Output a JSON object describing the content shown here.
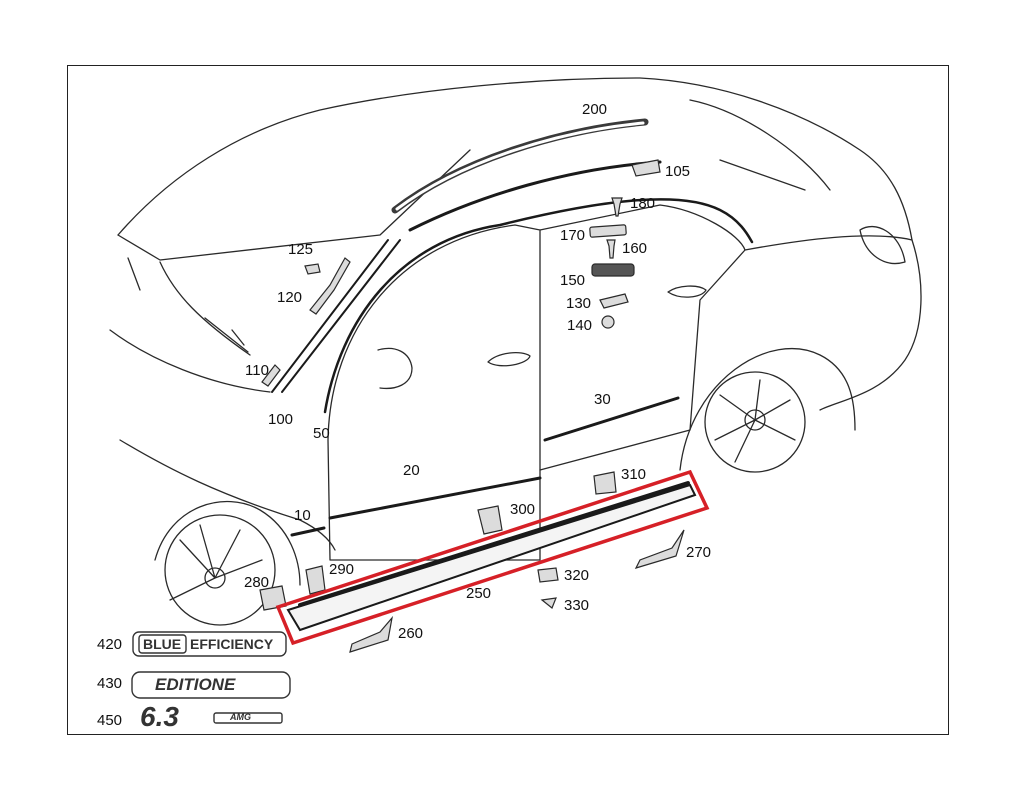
{
  "colors": {
    "highlight": "#d62027",
    "line": "#2a2a2a",
    "light_line": "#6a6a6a"
  },
  "callouts": {
    "c10": "10",
    "c20": "20",
    "c30": "30",
    "c50": "50",
    "c100": "100",
    "c105": "105",
    "c110": "110",
    "c120": "120",
    "c125": "125",
    "c130": "130",
    "c140": "140",
    "c150": "150",
    "c160": "160",
    "c170": "170",
    "c180": "180",
    "c200": "200",
    "c250": "250",
    "c260": "260",
    "c270": "270",
    "c280": "280",
    "c290": "290",
    "c300": "300",
    "c310": "310",
    "c320": "320",
    "c330": "330",
    "c420": "420",
    "c430": "430",
    "c450": "450"
  },
  "emblems": {
    "blue": "BLUE",
    "efficiency": "EFFICIENCY",
    "editione": "EDITIONE",
    "amg_number": "6.3",
    "amg_text": "AMG"
  },
  "highlighted_part": "250"
}
